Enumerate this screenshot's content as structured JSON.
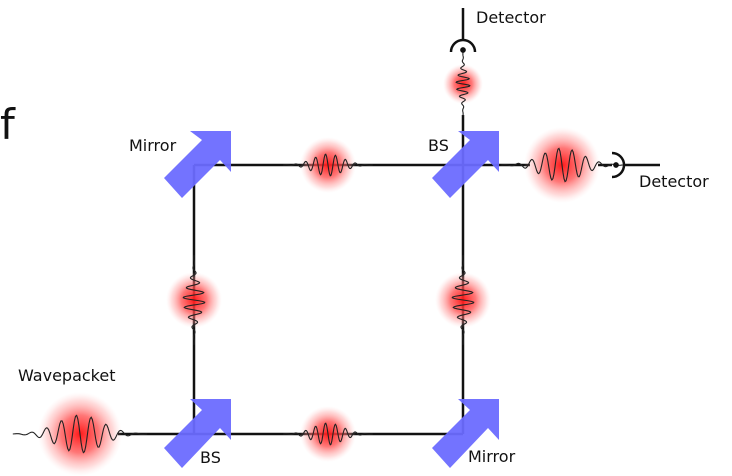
{
  "panel_letter": "f",
  "labels": {
    "wavepacket": "Wavepacket",
    "bs_bottom": "BS",
    "mirror_bottom": "Mirror",
    "mirror_top": "Mirror",
    "bs_top": "BS",
    "detector_top": "Detector",
    "detector_right": "Detector"
  },
  "colors": {
    "beam": "#111111",
    "optic": "#6b6bff",
    "packet_glow": "#ff3030"
  }
}
